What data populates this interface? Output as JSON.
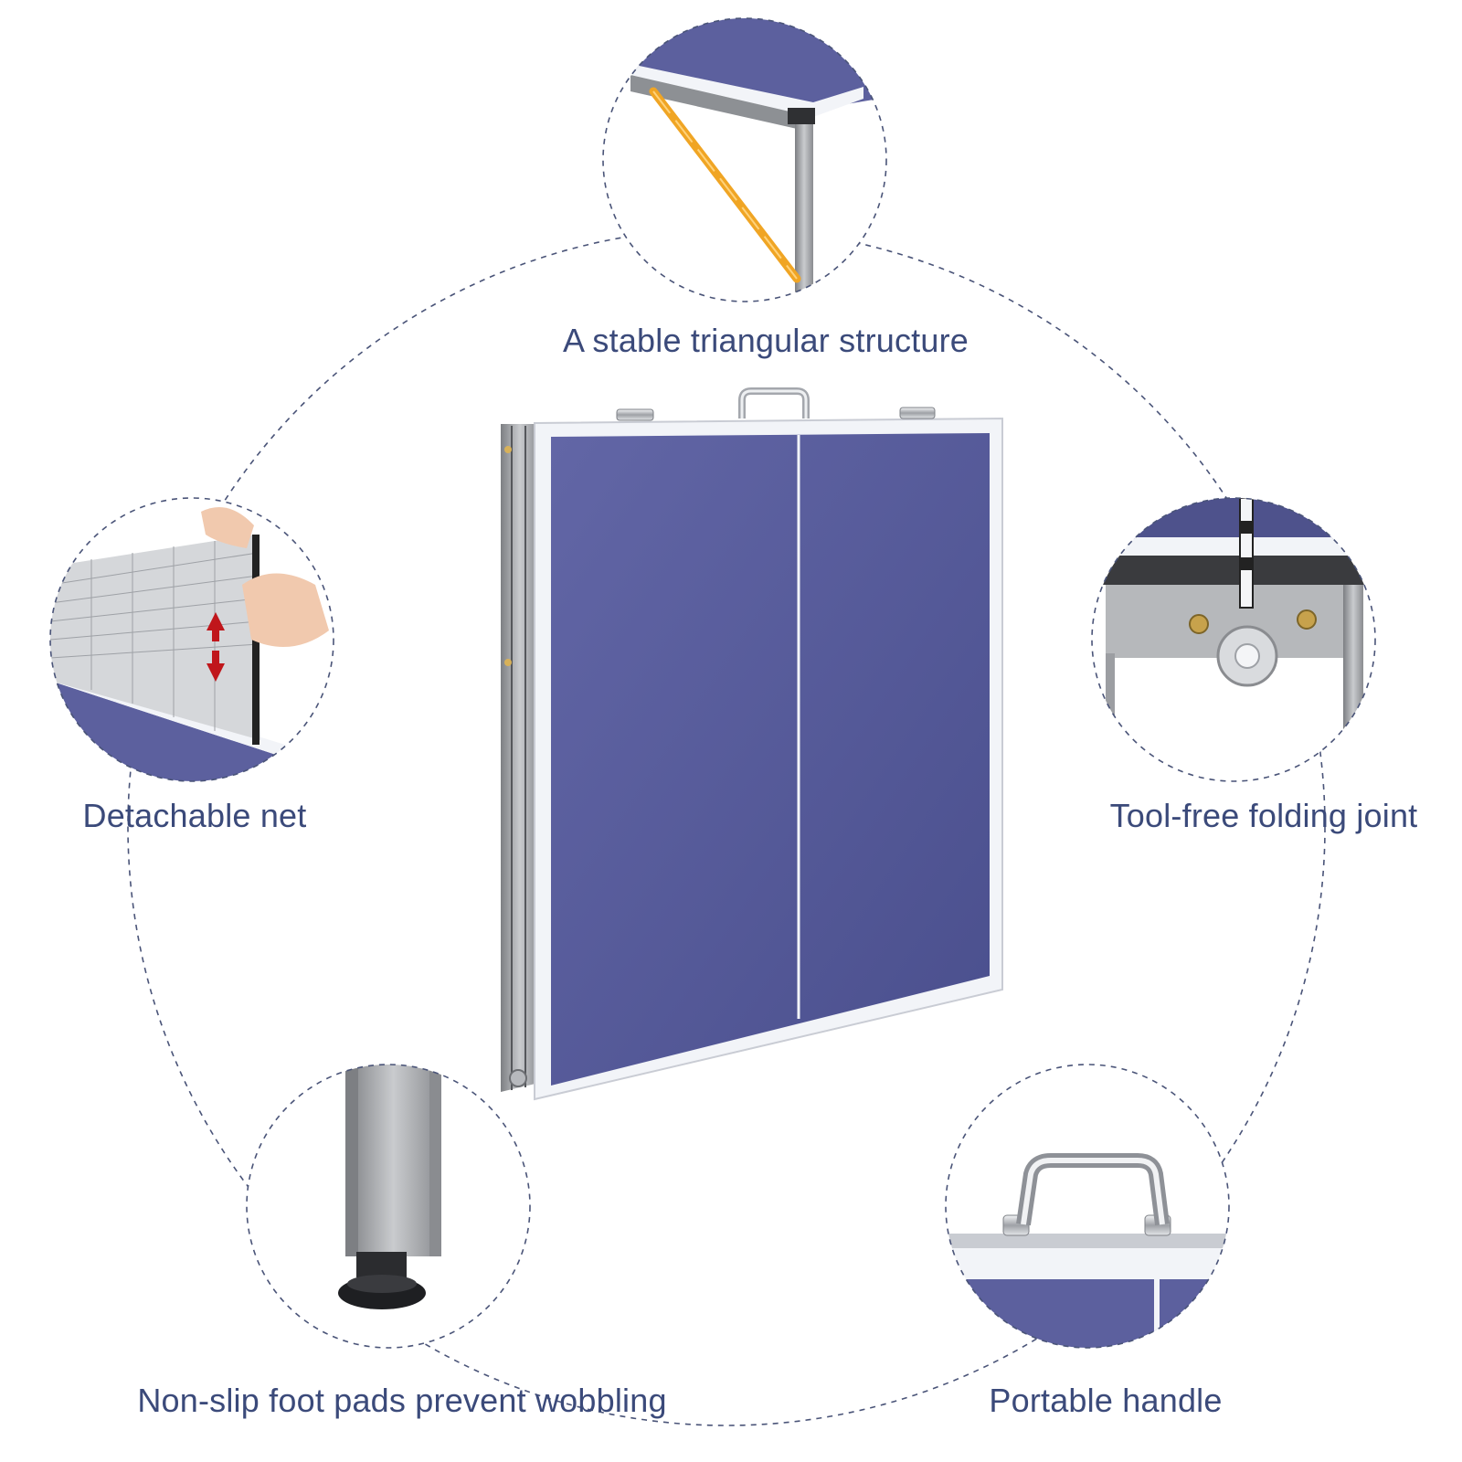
{
  "product": "Folding table tennis table",
  "colors": {
    "label_text": "#3b4a7a",
    "table_blue": "#5a5f9e",
    "table_blue_dark": "#4b5090",
    "table_border": "#f2f4f8",
    "frame_metal": "#a9abae",
    "brace_yellow": "#f0a524",
    "dashed_line": "#4a5478",
    "arrow_red": "#c0161b"
  },
  "features": [
    {
      "id": "triangular-structure",
      "label": "A stable triangular structure",
      "icon": "table-leg-brace-icon"
    },
    {
      "id": "detachable-net",
      "label": "Detachable net",
      "icon": "net-clip-icon"
    },
    {
      "id": "folding-joint",
      "label": "Tool-free folding joint",
      "icon": "hinge-joint-icon"
    },
    {
      "id": "foot-pads",
      "label": "Non-slip foot pads prevent wobbling",
      "icon": "foot-pad-icon"
    },
    {
      "id": "portable-handle",
      "label": "Portable handle",
      "icon": "carry-handle-icon"
    }
  ]
}
